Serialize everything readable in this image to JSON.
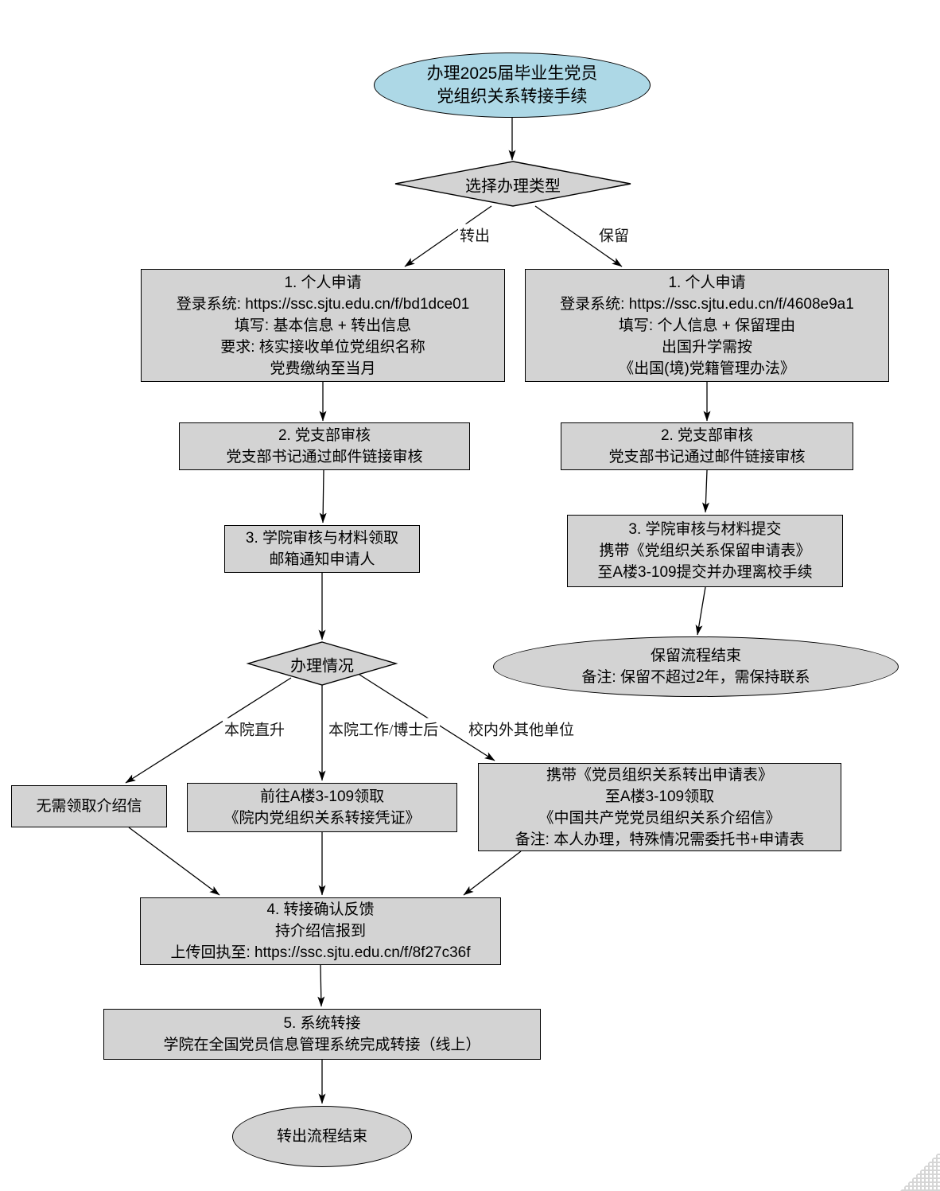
{
  "colors": {
    "background": "#FFFFFF",
    "start_fill": "#ADD8E6",
    "node_fill": "#D3D3D3",
    "stroke": "#000000"
  },
  "nodes": {
    "start": {
      "lines": [
        "办理2025届毕业生党员",
        "党组织关系转接手续"
      ]
    },
    "decision_type": {
      "label": "选择办理类型"
    },
    "transfer_step1": {
      "lines": [
        "1. 个人申请",
        "登录系统: https://ssc.sjtu.edu.cn/f/bd1dce01",
        "填写: 基本信息 + 转出信息",
        "要求: 核实接收单位党组织名称",
        "党费缴纳至当月"
      ]
    },
    "retain_step1": {
      "lines": [
        "1. 个人申请",
        "登录系统: https://ssc.sjtu.edu.cn/f/4608e9a1",
        "填写: 个人信息 + 保留理由",
        "出国升学需按",
        "《出国(境)党籍管理办法》"
      ]
    },
    "transfer_step2": {
      "lines": [
        "2. 党支部审核",
        "党支部书记通过邮件链接审核"
      ]
    },
    "retain_step2": {
      "lines": [
        "2. 党支部审核",
        "党支部书记通过邮件链接审核"
      ]
    },
    "transfer_step3": {
      "lines": [
        "3. 学院审核与材料领取",
        "邮箱通知申请人"
      ]
    },
    "retain_step3": {
      "lines": [
        "3. 学院审核与材料提交",
        "携带《党组织关系保留申请表》",
        "至A楼3-109提交并办理离校手续"
      ]
    },
    "retain_end": {
      "lines": [
        "保留流程结束",
        "备注: 保留不超过2年，需保持联系"
      ]
    },
    "decision_case": {
      "label": "办理情况"
    },
    "no_letter": {
      "lines": [
        "无需领取介绍信"
      ]
    },
    "inhouse_pickup": {
      "lines": [
        "前往A楼3-109领取",
        "《院内党组织关系转接凭证》"
      ]
    },
    "external_pickup": {
      "lines": [
        "携带《党员组织关系转出申请表》",
        "至A楼3-109领取",
        "《中国共产党党员组织关系介绍信》",
        "备注: 本人办理，特殊情况需委托书+申请表"
      ]
    },
    "transfer_step4": {
      "lines": [
        "4. 转接确认反馈",
        "持介绍信报到",
        "上传回执至: https://ssc.sjtu.edu.cn/f/8f27c36f"
      ]
    },
    "transfer_step5": {
      "lines": [
        "5. 系统转接",
        "学院在全国党员信息管理系统完成转接（线上）"
      ]
    },
    "transfer_end": {
      "lines": [
        "转出流程结束"
      ]
    }
  },
  "edge_labels": {
    "transfer_out": "转出",
    "retain": "保留",
    "direct_phd": "本院直升",
    "work_postdoc": "本院工作/博士后",
    "other_unit": "校内外其他单位"
  }
}
